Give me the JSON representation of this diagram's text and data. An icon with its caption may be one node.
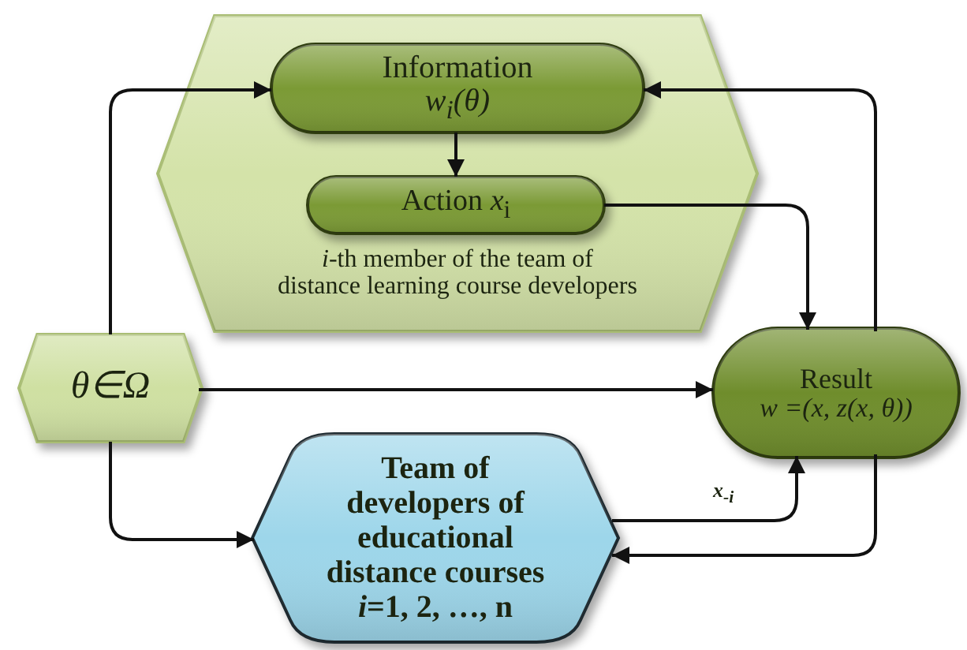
{
  "diagram": {
    "nodes": [
      {
        "text": [
          "*i*-th member of the team of distance learning course developers"
        ]
      },
      {
        "text": [
          "Information",
          "w$_{i}$(θ)"
        ],
        "in": 0
      },
      {
        "text": [
          "Action *x*$_{i}$"
        ],
        "in": 0
      },
      {
        "text": [
          "θ∈Ω"
        ]
      },
      {
        "text": [
          "Result",
          "w =(x, z(x, θ))"
        ]
      },
      {
        "text": [
          "Team of developers of educational distance courses *i*=1, 2, …, n"
        ]
      }
    ],
    "edges": [
      {
        "from": 3,
        "to": 1,
        "arrow": "to"
      },
      {
        "from": 1,
        "to": 2,
        "arrow": "to"
      },
      {
        "from": 2,
        "to": 4,
        "arrow": "to"
      },
      {
        "from": 3,
        "to": 4,
        "arrow": "to"
      },
      {
        "from": 3,
        "to": 5,
        "arrow": "to"
      },
      {
        "from": 5,
        "to": 4,
        "arrow": "to",
        "label": "x$_{-i}$"
      },
      {
        "from": 4,
        "to": 1,
        "arrow": "to"
      },
      {
        "from": 4,
        "to": 5,
        "arrow": "to"
      }
    ]
  }
}
